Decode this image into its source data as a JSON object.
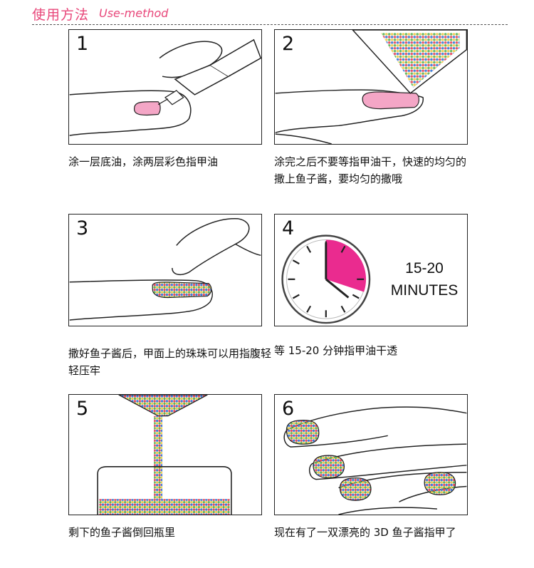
{
  "header": {
    "title_cn": "使用方法",
    "title_en": "Use-method"
  },
  "steps": [
    {
      "number": "1",
      "caption": "涂一层底油，涂两层彩色指甲油"
    },
    {
      "number": "2",
      "caption": "涂完之后不要等指甲油干，快速的均匀的撒上鱼子酱，要均匀的撒哦"
    },
    {
      "number": "3",
      "caption": "撒好鱼子酱后，甲面上的珠珠可以用指腹轻轻压牢"
    },
    {
      "number": "4",
      "caption": "等 15-20 分钟指甲油干透",
      "timer_text_1": "15-20",
      "timer_text_2": "MINUTES"
    },
    {
      "number": "5",
      "caption": "剩下的鱼子酱倒回瓶里"
    },
    {
      "number": "6",
      "caption": "现在有了一双漂亮的 3D 鱼子酱指甲了"
    }
  ],
  "colors": {
    "accent": "#e8477a",
    "nail_pink": "#f4a6c6",
    "timer_pink": "#ea2b8f"
  },
  "icons": [
    "nail-polish-brush-icon",
    "bead-pour-icon",
    "clock-icon",
    "bead-jar-icon",
    "hand-icon"
  ]
}
